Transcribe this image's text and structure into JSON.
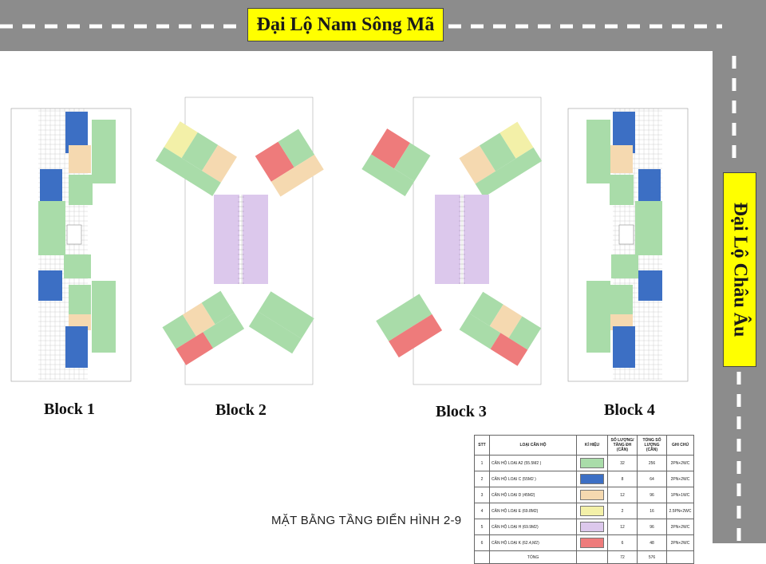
{
  "roads": {
    "top": "Đại Lộ Nam Sông Mã",
    "right": "Đại Lộ Châu Âu"
  },
  "blocks": [
    "Block 1",
    "Block 2",
    "Block 3",
    "Block 4"
  ],
  "caption": "MẶT BẰNG TẦNG ĐIỂN HÌNH 2-9",
  "legend": {
    "headers": [
      "STT",
      "LOẠI CĂN HỘ",
      "KÍ HIỆU",
      "SỐ LƯỢNG/ TẦNG ĐH (CĂN)",
      "TỔNG SỐ LƯỢNG (CĂN)",
      "GHI CHÚ"
    ],
    "rows": [
      {
        "stt": "1",
        "type": "CĂN HỘ LOẠI A2 (55.5M2 )",
        "color": "#a9dca9",
        "qty": "32",
        "total": "256",
        "note": "2PN+2WC"
      },
      {
        "stt": "2",
        "type": "CĂN HỘ LOẠI C (55M2 )",
        "color": "#3c6fc4",
        "qty": "8",
        "total": "64",
        "note": "2PN+2WC"
      },
      {
        "stt": "3",
        "type": "CĂN HỘ LOẠI D (45M2)",
        "color": "#f5d9b0",
        "qty": "12",
        "total": "96",
        "note": "1PN+1WC"
      },
      {
        "stt": "4",
        "type": "CĂN HỘ LOẠI E (69.8M2)",
        "color": "#f3f0a8",
        "qty": "2",
        "total": "16",
        "note": "2.5PN+2WC"
      },
      {
        "stt": "5",
        "type": "CĂN HỘ LOẠI H (69.9M2)",
        "color": "#dcc8ec",
        "qty": "12",
        "total": "96",
        "note": "2PN+2WC"
      },
      {
        "stt": "6",
        "type": "CĂN HỘ LOẠI K (62.4,M2)",
        "color": "#ee7b7b",
        "qty": "6",
        "total": "48",
        "note": "2PN+2WC"
      }
    ],
    "total_label": "TỔNG",
    "total_qty": "72",
    "total_sum": "576"
  }
}
